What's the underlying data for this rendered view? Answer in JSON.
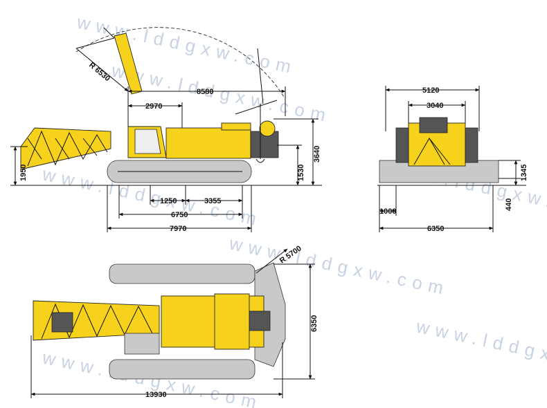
{
  "watermark": {
    "text": "www.lddgxw.com"
  },
  "colors": {
    "crane_body": "#f6d21c",
    "tracks": "#c9c9c9",
    "outline": "#111111",
    "watermark": "#9bb0cc"
  },
  "side_view": {
    "radius_label": "R 6530",
    "dims": {
      "tail_swing_top": "8580",
      "upper_front": "2970",
      "cab_height": "3640",
      "carbody_height": "1530",
      "boom_foot_height": "1950",
      "sprocket_offset": "1250",
      "track_center": "3355",
      "track_length": "6750",
      "overall_length": "7970"
    }
  },
  "rear_view": {
    "dims": {
      "track_gauge_outer": "5120",
      "upper_width": "3040",
      "track_height": "1345",
      "ground_clearance": "440",
      "shoe_width": "1000",
      "overall_width": "6350"
    }
  },
  "top_view": {
    "radius_label": "R 5700",
    "dims": {
      "overall_width": "6350",
      "overall_length": "13930"
    }
  }
}
